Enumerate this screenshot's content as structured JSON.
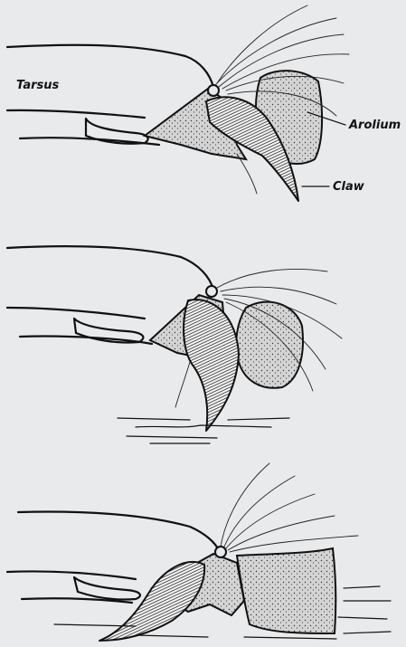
{
  "labels": {
    "tarsus": "Tarsus",
    "arolium": "Arolium",
    "claw": "Claw"
  },
  "colors": {
    "background": "#e9eaec",
    "ink": "#111111",
    "stipple_fill": "#cfcfcf"
  },
  "panels": [
    "top",
    "middle",
    "bottom"
  ]
}
